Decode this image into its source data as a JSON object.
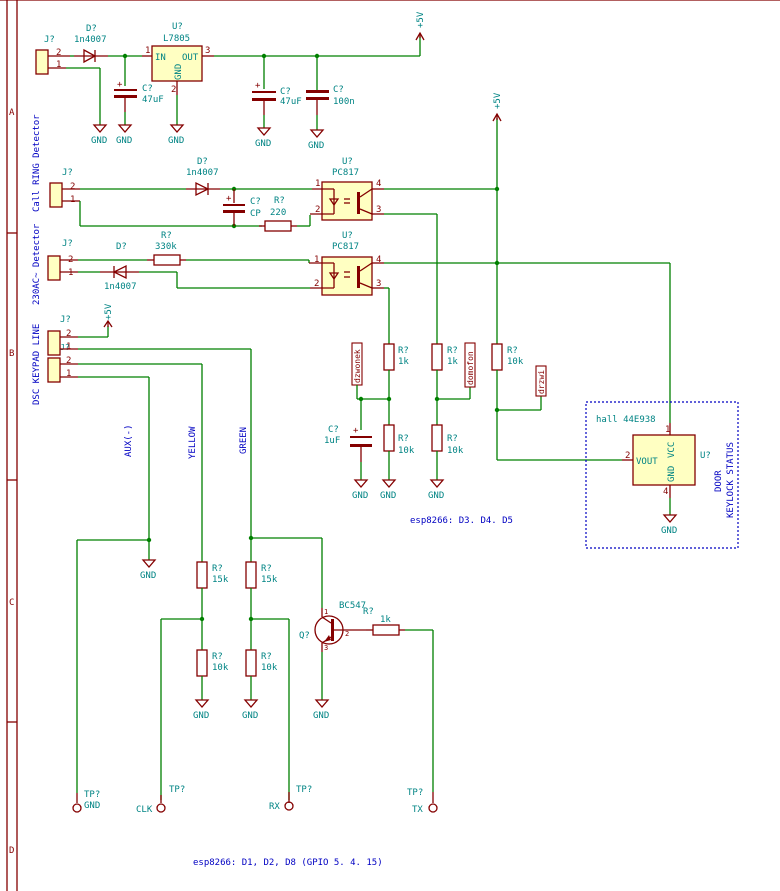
{
  "frame": {
    "rows": [
      "A",
      "B",
      "C",
      "D"
    ]
  },
  "power_supply": {
    "connector": {
      "ref": "J?",
      "pin2": "2",
      "pin1": "1"
    },
    "diode": {
      "ref": "D?",
      "value": "1n4007"
    },
    "regulator": {
      "ref": "U?",
      "value": "L7805",
      "pin_in": "IN",
      "pin_out": "OUT",
      "pin_gnd": "GND",
      "pin_in_num": "1",
      "pin_out_num": "3",
      "pin_gnd_num": "2"
    },
    "c_in": {
      "ref": "C?",
      "value": "47uF"
    },
    "c_out": {
      "ref": "C?",
      "value": "47uF"
    },
    "c_dec": {
      "ref": "C?",
      "value": "100n"
    },
    "rail": "+5V",
    "gnd": "GND"
  },
  "ring_detector": {
    "title": "Call RING Detector",
    "connector": {
      "ref": "J?",
      "pin2": "2",
      "pin1": "1"
    },
    "diode": {
      "ref": "D?",
      "value": "1n4007"
    },
    "cap": {
      "ref": "C?",
      "value": "CP"
    },
    "resistor": {
      "ref": "R?",
      "value": "220"
    },
    "opto": {
      "ref": "U?",
      "value": "PC817",
      "pins": [
        "1",
        "2",
        "3",
        "4"
      ]
    }
  },
  "ac_detector": {
    "title": "230AC~ Detector",
    "connector": {
      "ref": "J?",
      "pin2": "2",
      "pin1": "1"
    },
    "diode": {
      "ref": "D?",
      "value": "1n4007"
    },
    "resistor": {
      "ref": "R?",
      "value": "330k"
    },
    "opto": {
      "ref": "U?",
      "value": "PC817",
      "pins": [
        "1",
        "2",
        "3",
        "4"
      ]
    }
  },
  "rail_right": "+5V",
  "keypad": {
    "title": "DSC KEYPAD LINE",
    "conn_a": {
      "ref": "J?",
      "pin2": "2",
      "pin1": "1"
    },
    "conn_b": {
      "ref": "J?",
      "pin2": "2",
      "pin1": "1"
    },
    "rail": "+5V",
    "wires": [
      "AUX(-)",
      "YELLOW",
      "GREEN"
    ],
    "r1": {
      "ref": "R?",
      "value": "15k"
    },
    "r2": {
      "ref": "R?",
      "value": "15k"
    },
    "r3": {
      "ref": "R?",
      "value": "10k"
    },
    "r4": {
      "ref": "R?",
      "value": "10k"
    },
    "transistor": {
      "ref": "Q?",
      "value": "BC547",
      "pins": [
        "1",
        "2",
        "3"
      ]
    },
    "r_base": {
      "ref": "R?",
      "value": "1k"
    },
    "testpoints": [
      {
        "ref": "TP?",
        "label": "GND"
      },
      {
        "ref": "TP?",
        "label": "CLK"
      },
      {
        "ref": "TP?",
        "label": "RX"
      },
      {
        "ref": "TP?",
        "label": "TX"
      }
    ],
    "note": "esp8266: D1, D2, D8 (GPIO 5. 4. 15)"
  },
  "inputs": {
    "r_a": {
      "ref": "R?",
      "value": "1k"
    },
    "r_b": {
      "ref": "R?",
      "value": "10k"
    },
    "c": {
      "ref": "C?",
      "value": "1uF"
    },
    "r_c": {
      "ref": "R?",
      "value": "1k"
    },
    "r_d": {
      "ref": "R?",
      "value": "10k"
    },
    "r_e": {
      "ref": "R?",
      "value": "10k"
    },
    "labels": [
      "dzwonek",
      "domofon",
      "drzwi"
    ],
    "note": "esp8266: D3. D4. D5"
  },
  "hall": {
    "title": "hall 44E938",
    "ref": "U?",
    "pin_vout": "VOUT",
    "pin_vcc": "VCC",
    "pin_gnd": "GND",
    "pin_nums": [
      "1",
      "2",
      "4"
    ],
    "caption_1": "DOOR",
    "caption_2": "KEYLOCK STATUS"
  },
  "gnd_label": "GND"
}
